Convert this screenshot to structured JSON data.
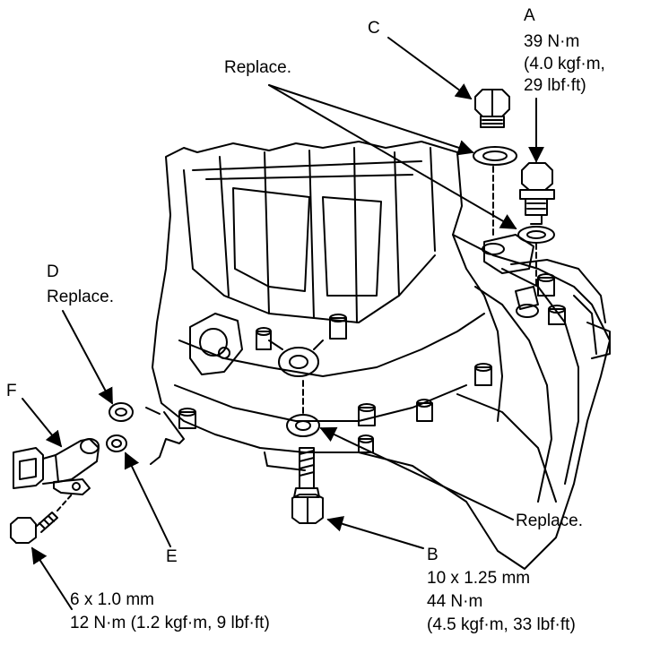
{
  "callouts": {
    "A": {
      "letter": "A",
      "torque_nm": "39 N·m",
      "torque_kgf_line1": "(4.0 kgf·m,",
      "torque_kgf_line2": "29 lbf·ft)"
    },
    "B": {
      "letter": "B",
      "size": "10 x 1.25 mm",
      "torque_nm": "44 N·m",
      "torque_kgf": "(4.5 kgf·m, 33 lbf·ft)"
    },
    "C": {
      "letter": "C"
    },
    "D": {
      "letter": "D",
      "note": "Replace."
    },
    "E": {
      "letter": "E"
    },
    "F": {
      "letter": "F"
    },
    "bottom_left": {
      "size": "6 x 1.0 mm",
      "torque": "12 N·m (1.2 kgf·m, 9 lbf·ft)"
    },
    "replace_top": "Replace.",
    "replace_right": "Replace."
  }
}
